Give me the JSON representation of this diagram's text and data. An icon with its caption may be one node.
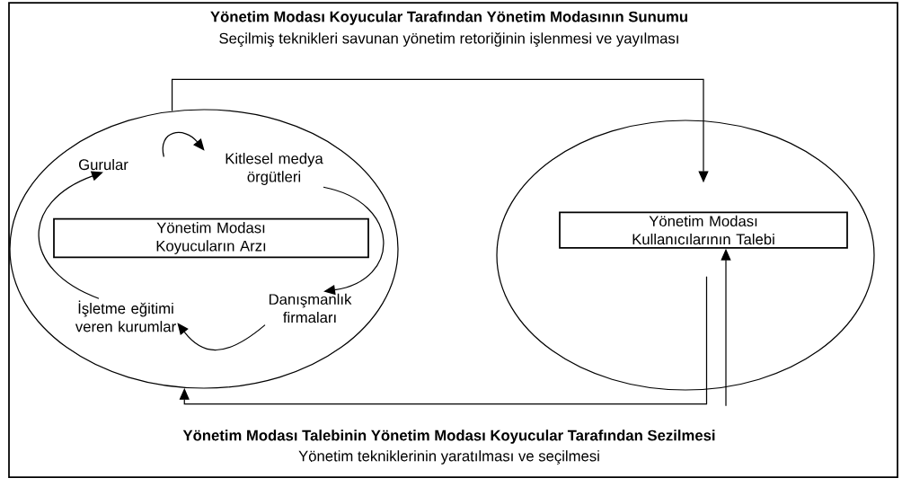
{
  "diagram": {
    "nodes": [
      {
        "text": [],
        "shape": "circle"
      },
      {
        "text": [
          "Gurular"
        ],
        "in": 0
      },
      {
        "text": [
          "Kitlesel medya örgütleri"
        ],
        "in": 0
      },
      {
        "text": [
          "Yönetim Modası Koyucuların Arzı"
        ],
        "in": 0
      },
      {
        "text": [
          "Danışmanlık firmaları"
        ],
        "in": 0
      },
      {
        "text": [
          "İşletme eğitimi veren kurumlar"
        ],
        "in": 0
      },
      {
        "text": [],
        "shape": "circle"
      },
      {
        "text": [
          "Yönetim Modası Kullanıcılarının Talebi"
        ],
        "in": 6
      }
    ],
    "edges": [
      {
        "from": 1,
        "to": 2,
        "arrow": "to"
      },
      {
        "from": 2,
        "to": 4,
        "arrow": "to"
      },
      {
        "from": 4,
        "to": 5,
        "arrow": "to"
      },
      {
        "from": 5,
        "to": 1,
        "arrow": "to"
      },
      {
        "from": 0,
        "to": 7,
        "arrow": "to"
      },
      {
        "from": 7,
        "to": 0,
        "arrow": "to"
      },
      {
        "from": null,
        "to": 7,
        "arrow": "to"
      }
    ],
    "labels": [
      "Yönetim Modası Koyucular Tarafından Yönetim Modasının Sunumu",
      "Seçilmiş teknikleri savunan yönetim retoriğinin işlenmesi ve yayılması",
      "Yönetim Modası Talebinin Yönetim Modası Koyucular Tarafından Sezilmesi",
      "Yönetim tekniklerinin yaratılması ve seçilmesi"
    ]
  }
}
